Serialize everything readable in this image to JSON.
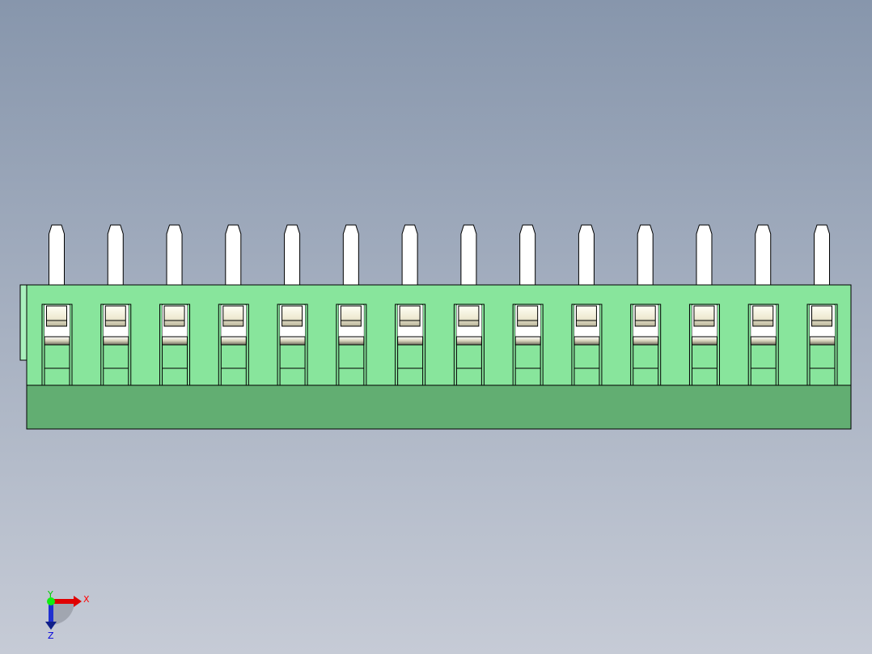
{
  "viewport": {
    "background_top": "#8796ac",
    "background_bottom": "#c6cbd6"
  },
  "model": {
    "pin_count": 14,
    "colors": {
      "body": "#88e59c",
      "base": "#62ae72",
      "side_tab": "#aaf0bd",
      "pin": "#ffffff",
      "outline": "#000000"
    }
  },
  "triad": {
    "x_label": "X",
    "y_label": "Y",
    "z_label": "Z",
    "x_color": "#ff0000",
    "y_color": "#00dd00",
    "z_color": "#0000dd"
  }
}
